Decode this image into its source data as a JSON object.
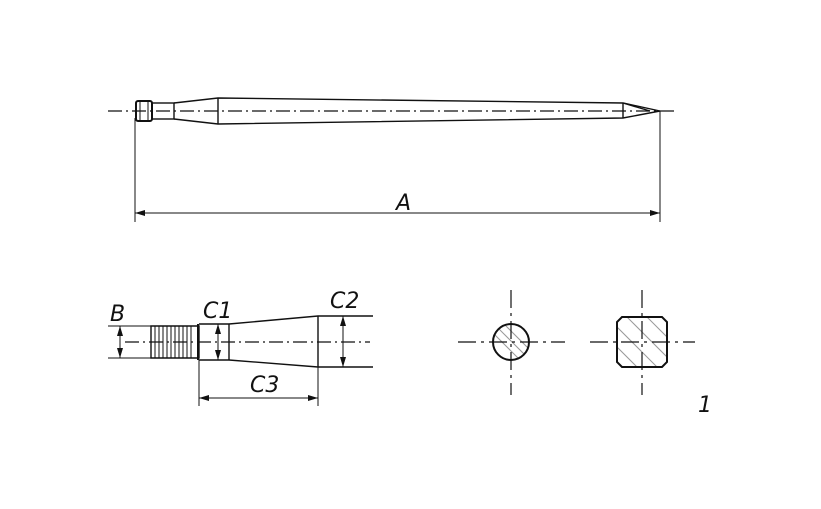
{
  "labels": {
    "A": "A",
    "B": "B",
    "C1": "C1",
    "C2": "C2",
    "C3": "C3",
    "note": "1"
  },
  "colors": {
    "line": "#111111",
    "hatch": "#999999",
    "background": "#ffffff"
  }
}
